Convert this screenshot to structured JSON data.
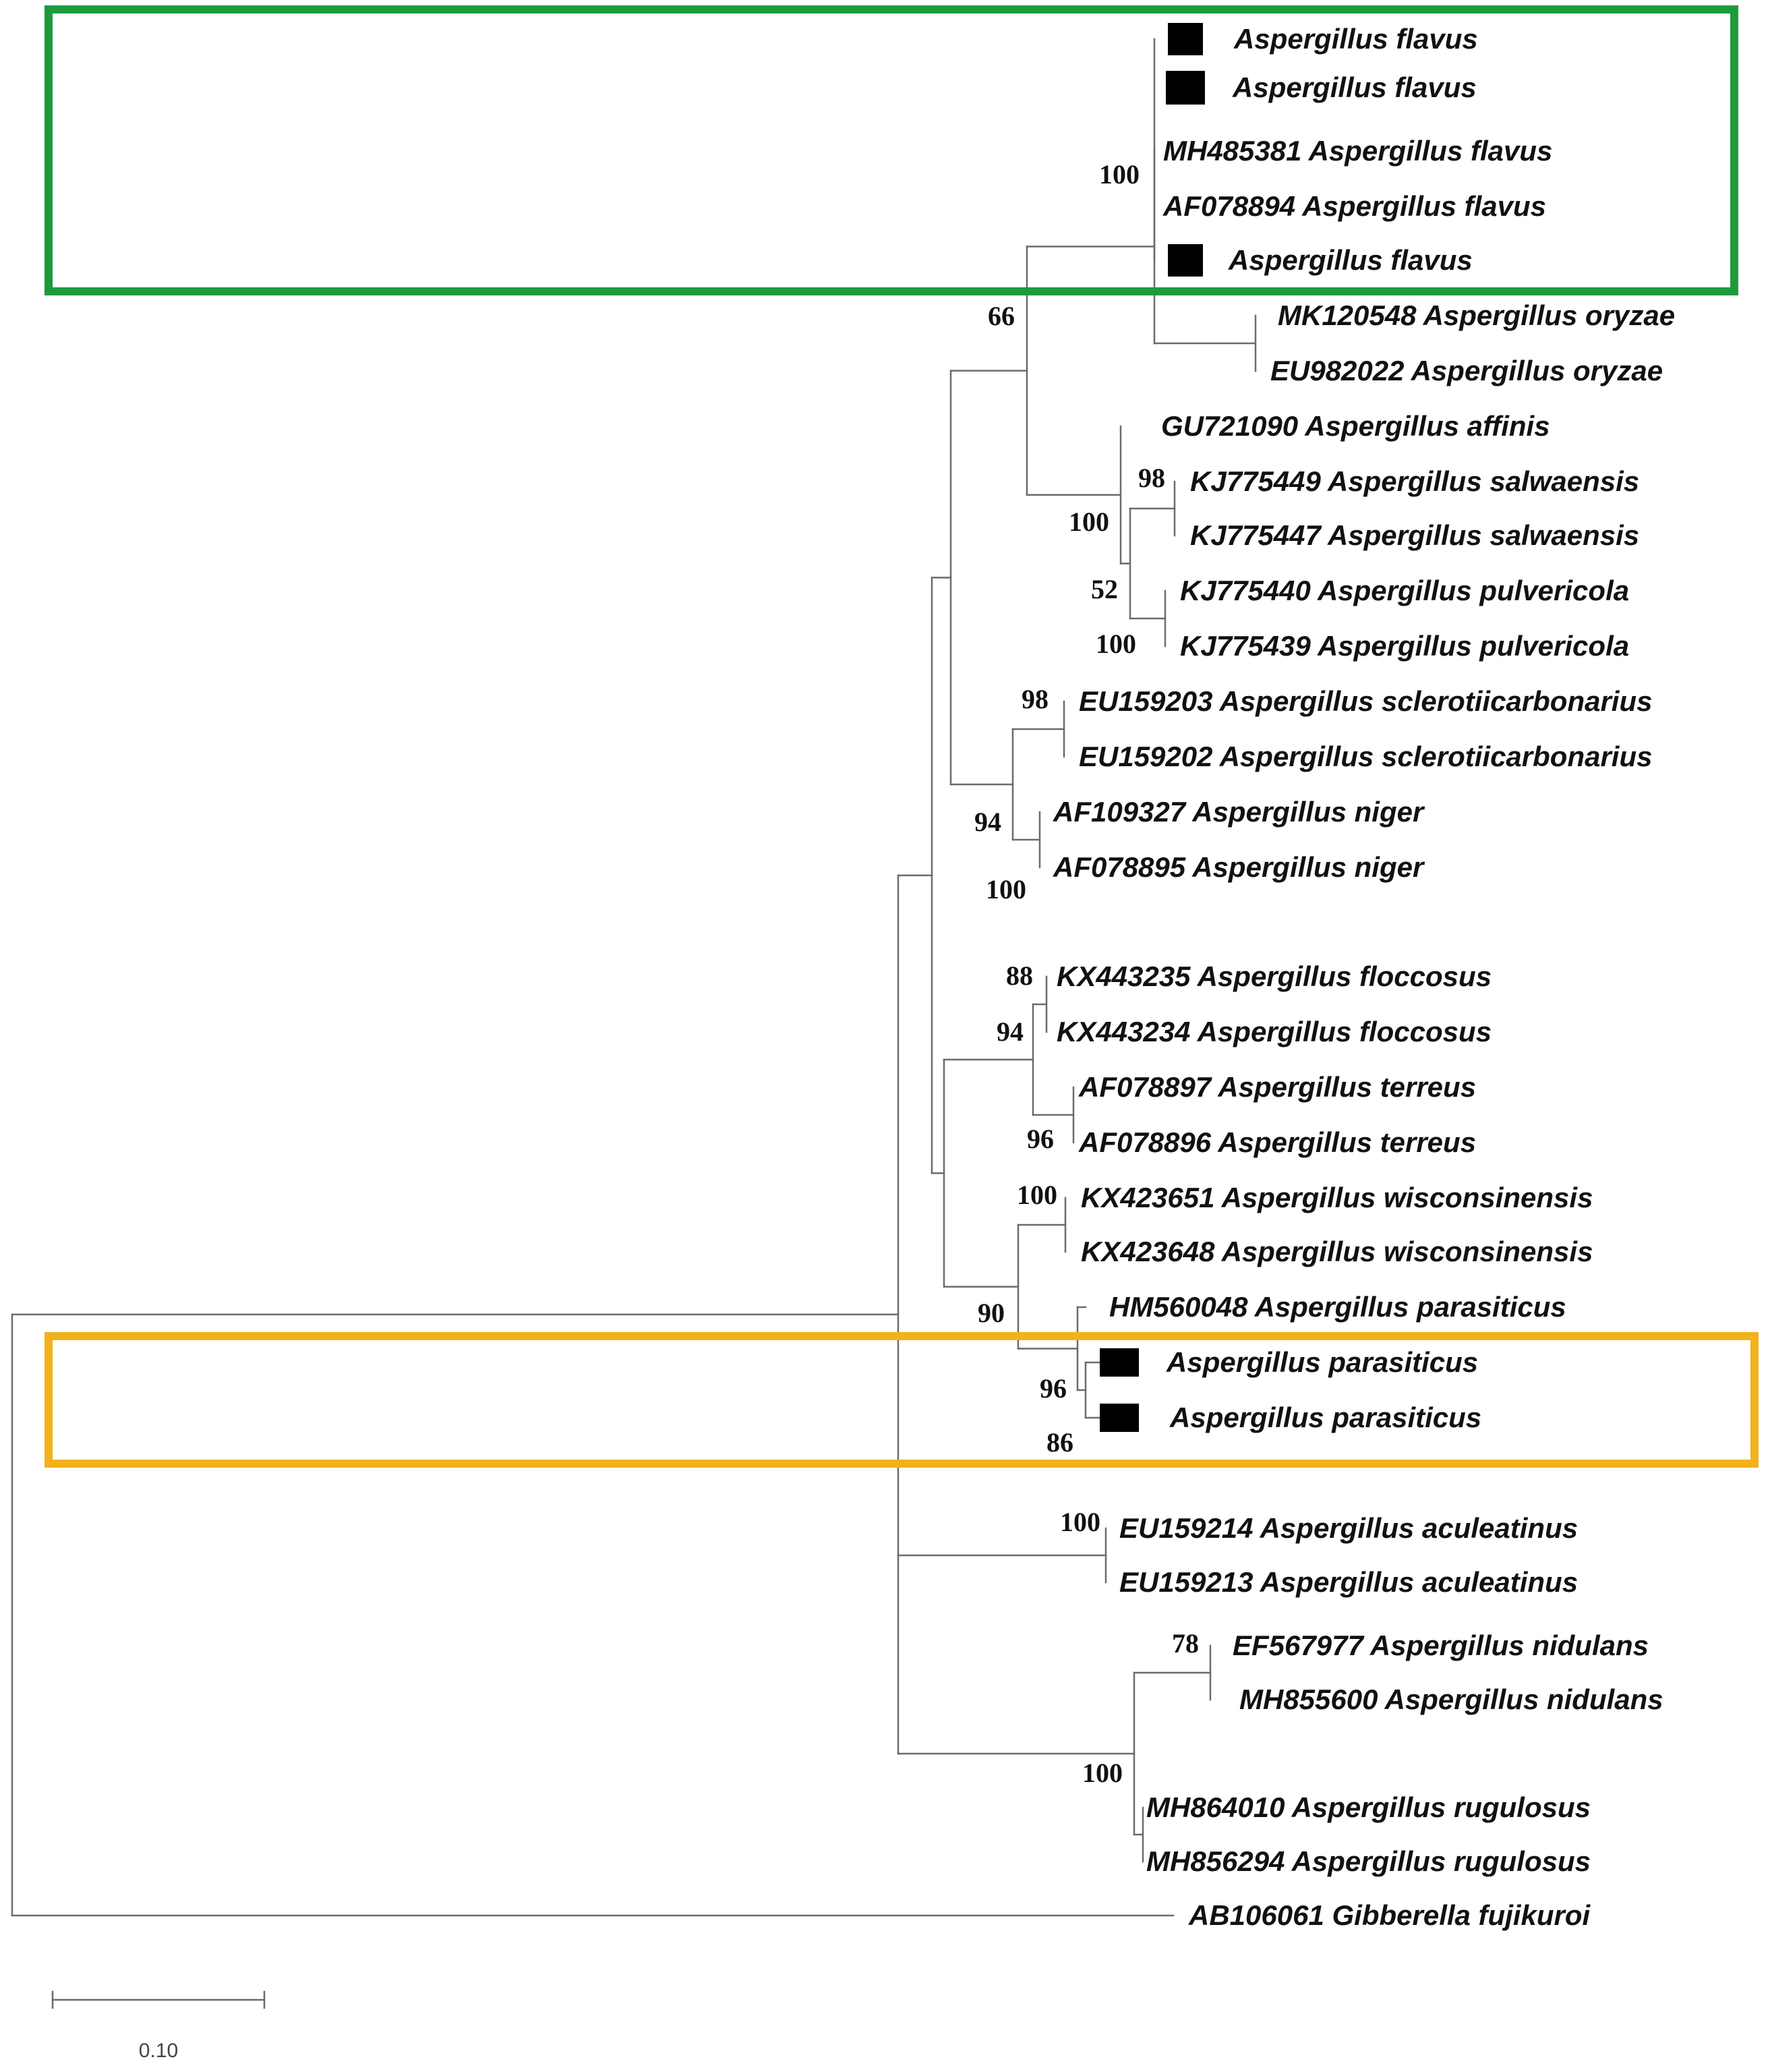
{
  "tree": {
    "taxa": [
      {
        "label": "Aspergillus flavus",
        "marker": true
      },
      {
        "label": "Aspergillus flavus",
        "marker": true
      },
      {
        "label": "MH485381 Aspergillus flavus",
        "marker": false
      },
      {
        "label": "AF078894 Aspergillus flavus",
        "marker": false
      },
      {
        "label": "Aspergillus flavus",
        "marker": true
      },
      {
        "label": "MK120548 Aspergillus oryzae",
        "marker": false
      },
      {
        "label": "EU982022 Aspergillus oryzae",
        "marker": false
      },
      {
        "label": "GU721090 Aspergillus affinis",
        "marker": false
      },
      {
        "label": "KJ775449 Aspergillus salwaensis",
        "marker": false
      },
      {
        "label": "KJ775447 Aspergillus salwaensis",
        "marker": false
      },
      {
        "label": "KJ775440 Aspergillus pulvericola",
        "marker": false
      },
      {
        "label": "KJ775439 Aspergillus pulvericola",
        "marker": false
      },
      {
        "label": "EU159203 Aspergillus sclerotiicarbonarius",
        "marker": false
      },
      {
        "label": "EU159202 Aspergillus sclerotiicarbonarius",
        "marker": false
      },
      {
        "label": "AF109327 Aspergillus niger",
        "marker": false
      },
      {
        "label": "AF078895 Aspergillus niger",
        "marker": false
      },
      {
        "label": "KX443235 Aspergillus floccosus",
        "marker": false
      },
      {
        "label": "KX443234 Aspergillus floccosus",
        "marker": false
      },
      {
        "label": "AF078897 Aspergillus terreus",
        "marker": false
      },
      {
        "label": "AF078896 Aspergillus terreus",
        "marker": false
      },
      {
        "label": "KX423651 Aspergillus wisconsinensis",
        "marker": false
      },
      {
        "label": "KX423648 Aspergillus wisconsinensis",
        "marker": false
      },
      {
        "label": "HM560048    Aspergillus parasiticus",
        "marker": false
      },
      {
        "label": "Aspergillus parasiticus",
        "marker": true
      },
      {
        "label": "Aspergillus parasiticus",
        "marker": true
      },
      {
        "label": "EU159214 Aspergillus aculeatinus",
        "marker": false
      },
      {
        "label": "EU159213 Aspergillus aculeatinus",
        "marker": false
      },
      {
        "label": "EF567977 Aspergillus nidulans",
        "marker": false
      },
      {
        "label": "MH855600 Aspergillus nidulans",
        "marker": false
      },
      {
        "label": "MH864010 Aspergillus rugulosus",
        "marker": false
      },
      {
        "label": "MH856294 Aspergillus rugulosus",
        "marker": false
      },
      {
        "label": "AB106061 Gibberella fujikuroi",
        "marker": false
      }
    ],
    "support_values": [
      "100",
      "66",
      "98",
      "100",
      "52",
      "100",
      "98",
      "94",
      "100",
      "88",
      "94",
      "96",
      "100",
      "90",
      "96",
      "86",
      "100",
      "78",
      "100"
    ],
    "scale_bar": {
      "label": "0.10",
      "value": 0.1
    },
    "highlight_boxes": [
      {
        "name": "flavus-group",
        "color": "#1e9a3e"
      },
      {
        "name": "parasiticus-group",
        "color": "#f2b21b"
      }
    ]
  }
}
